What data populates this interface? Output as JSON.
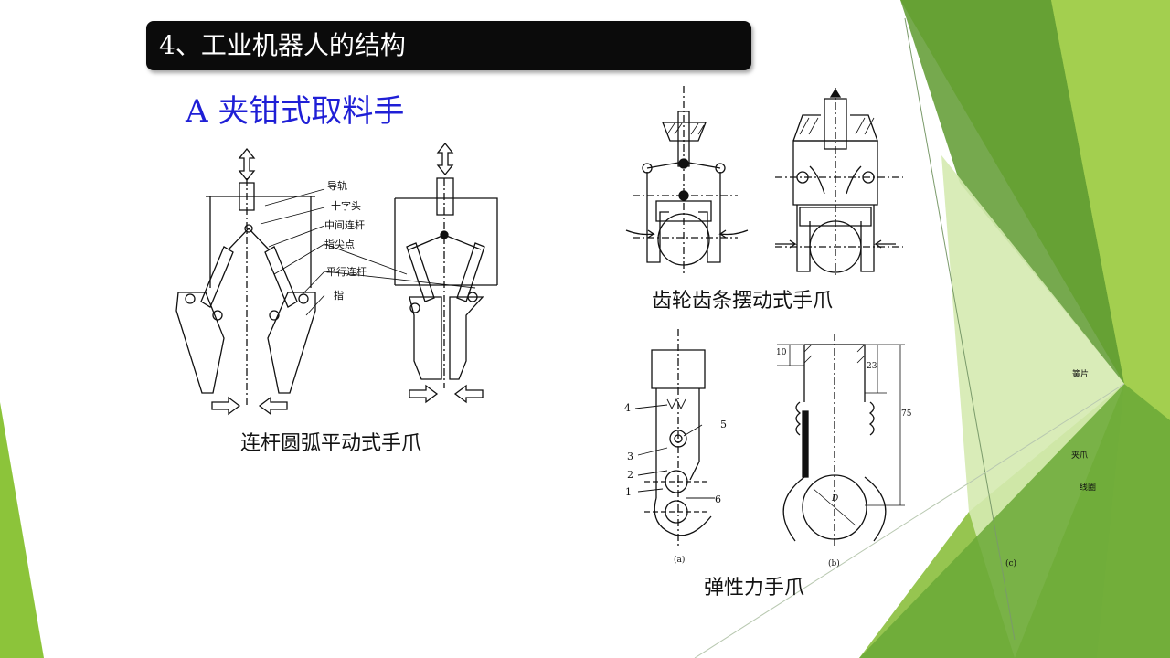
{
  "slide": {
    "title": "4、工业机器人的结构",
    "subtitle": "A  夹钳式取料手"
  },
  "figures": {
    "linkage": {
      "caption": "连杆圆弧平动式手爪",
      "labels": [
        "导轨",
        "十字头",
        "中间连杆",
        "指尖点",
        "平行连杆",
        "指"
      ]
    },
    "gear": {
      "caption": "齿轮齿条摆动式手爪"
    },
    "elastic": {
      "caption": "弹性力手爪",
      "part_numbers": [
        "4",
        "5",
        "3",
        "2",
        "1",
        "6"
      ],
      "sub_labels": [
        "(a)",
        "(b)",
        "(c)"
      ],
      "dimensions": [
        "10",
        "23",
        "75",
        "D"
      ],
      "side_labels": [
        "簧片",
        "夹爪",
        "线圈"
      ]
    }
  },
  "colors": {
    "title_bar": "#0b0b0b",
    "subtitle": "#1f1fd6",
    "green_dark": "#5e9a2f",
    "green_light": "#a3cf4f",
    "green_pale": "#d5eab0"
  }
}
